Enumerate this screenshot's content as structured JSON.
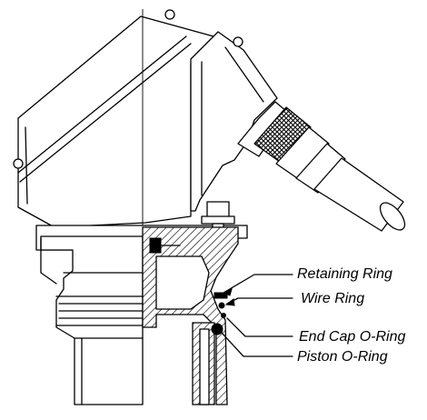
{
  "callouts": [
    {
      "id": "retaining-ring",
      "label": "Retaining Ring"
    },
    {
      "id": "wire-ring",
      "label": "Wire Ring"
    },
    {
      "id": "end-cap-o-ring",
      "label": "End Cap O-Ring"
    },
    {
      "id": "piston-o-ring",
      "label": "Piston O-Ring"
    }
  ],
  "colors": {
    "line": "#000000",
    "background": "#ffffff"
  }
}
